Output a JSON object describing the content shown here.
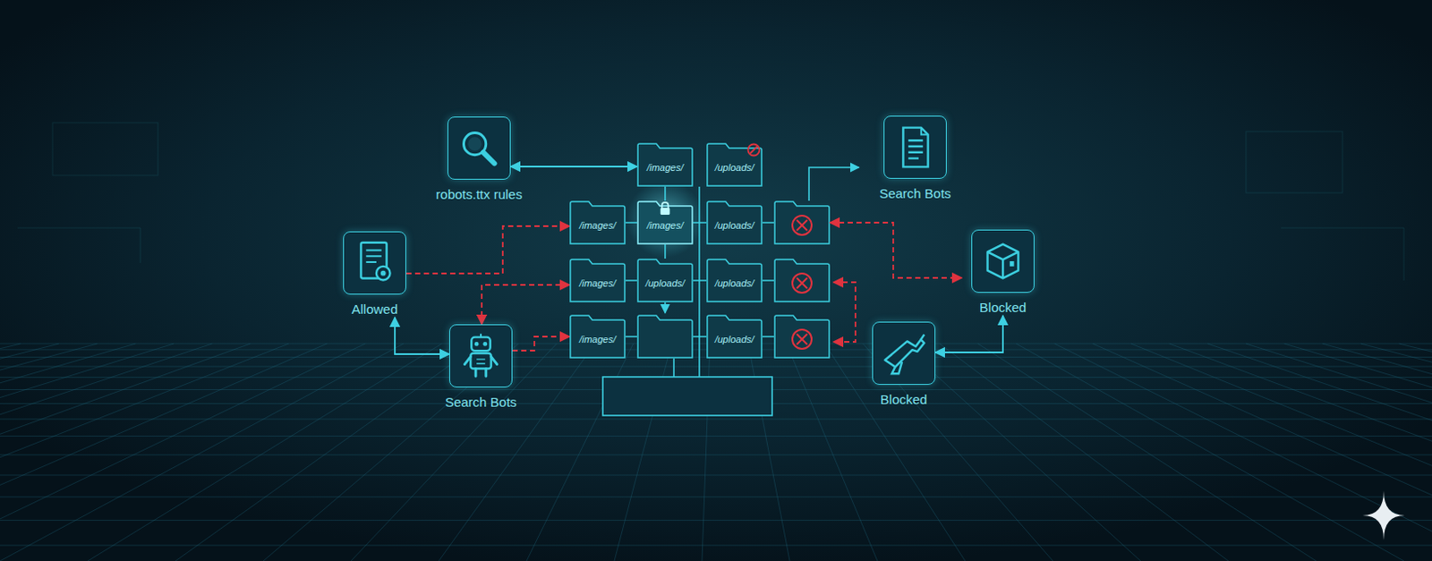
{
  "diagram": {
    "nodes": [
      {
        "text": [
          "robots.ttx rules"
        ]
      },
      {
        "text": [
          "/images/"
        ]
      },
      {
        "text": [
          "/uploads/"
        ]
      },
      {
        "text": [
          "Search Bots"
        ]
      },
      {
        "text": [
          "/images/"
        ]
      },
      {
        "text": [
          "/images/"
        ]
      },
      {
        "text": [
          "/uploads/"
        ]
      },
      {
        "text": [
          "Allowed"
        ]
      },
      {
        "text": [
          "Blocked"
        ]
      },
      {
        "text": [
          "/images/"
        ]
      },
      {
        "text": [
          "/uploads/"
        ]
      },
      {
        "text": [
          "/uploads/"
        ]
      },
      {
        "text": [
          "Search Bots"
        ]
      },
      {
        "text": [
          "/images/"
        ]
      },
      {
        "text": [
          "/uploads/"
        ]
      },
      {
        "text": [
          "Blocked"
        ]
      }
    ],
    "edges": [
      {
        "from": 0,
        "to": 1,
        "arrow": "both"
      },
      {
        "from": 7,
        "to": 4,
        "arrow": "to"
      },
      {
        "from": 7,
        "to": 12,
        "arrow": "both"
      },
      {
        "from": 9,
        "to": 12,
        "arrow": "both"
      },
      {
        "from": 12,
        "to": 13,
        "arrow": "to"
      },
      {
        "from": 15,
        "to": 8,
        "arrow": "both"
      }
    ]
  }
}
